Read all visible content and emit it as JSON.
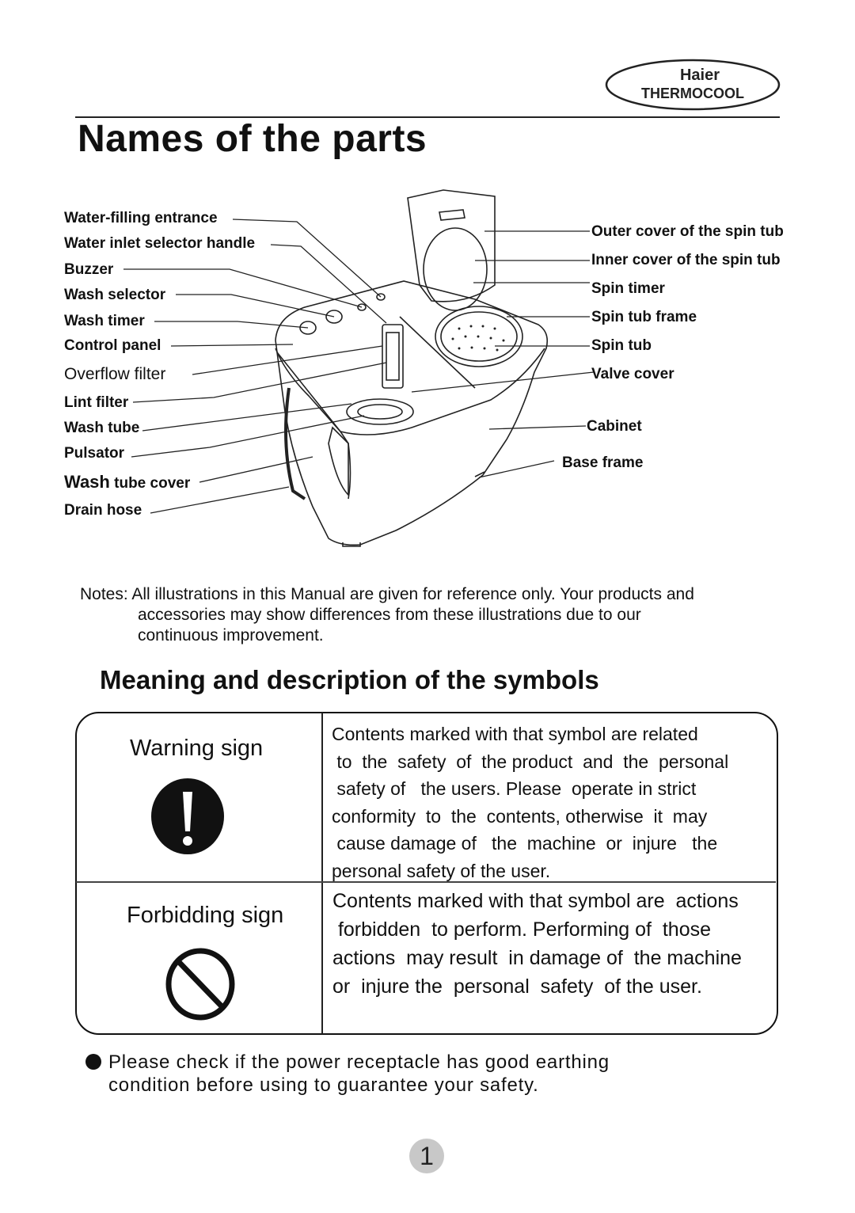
{
  "header": {
    "logo_top": "Haier",
    "logo_bottom": "THERMOCOOL"
  },
  "title": "Names of the parts",
  "parts_left": [
    "Water-filling entrance",
    "Water inlet selector handle",
    "Buzzer",
    "Wash selector",
    "Wash timer",
    "Control panel",
    "Overflow filter",
    "Lint filter",
    "Wash tube",
    "Pulsator",
    "Wash",
    "tube cover",
    "Drain hose"
  ],
  "parts_right": [
    "Outer cover of the spin tub",
    "Inner cover of the spin tub",
    "Spin timer",
    "Spin tub frame",
    "Spin tub",
    "Valve cover",
    "Cabinet",
    "Base frame"
  ],
  "notes": {
    "line1": "Notes: All illustrations in this Manual are given  for reference only. Your products and",
    "line2": "accessories may show differences from these illustrations due to our",
    "line3": "continuous  improvement."
  },
  "symbols_heading": "Meaning and description of the symbols",
  "symbols": [
    {
      "name": "Warning sign",
      "icon": "exclamation-circle-icon",
      "lines": [
        "Contents marked with that symbol are  related",
        " to  the  safety  of  the product  and  the  personal",
        " safety of   the users. Please  operate in strict",
        "conformity  to  the  contents, otherwise  it  may",
        " cause damage of   the  machine  or  injure   the",
        "personal safety  of the user."
      ]
    },
    {
      "name": "Forbidding sign",
      "icon": "prohibited-icon",
      "lines": [
        "Contents marked with that symbol are  actions",
        " forbidden  to perform. Performing of  those",
        "actions  may result  in damage of  the machine",
        "or  injure the  personal  safety  of the user."
      ]
    }
  ],
  "bullet": {
    "line1": "Please check if the power receptacle has good earthing",
    "line2": "condition before using to guarantee your safety."
  },
  "page_number": "1"
}
